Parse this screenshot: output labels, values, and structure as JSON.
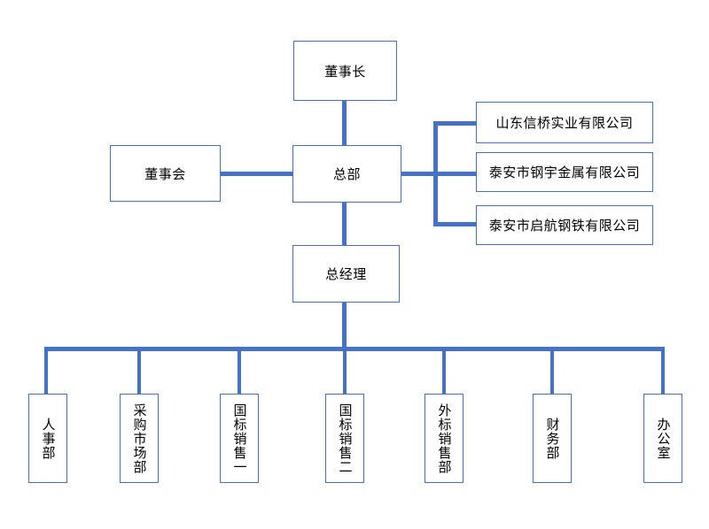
{
  "diagram": {
    "type": "org-chart",
    "nodes": {
      "chairman": "董事长",
      "board": "董事会",
      "headquarters": "总部",
      "general_manager": "总经理",
      "companies": [
        "山东信桥实业有限公司",
        "泰安市钢宇金属有限公司",
        "泰安市启航钢铁有限公司"
      ],
      "departments": [
        "人事部",
        "采购市场部",
        "国标销售一",
        "国标销售二",
        "外标销售部",
        "财务部",
        "办公室"
      ]
    },
    "edges": [
      "chairman-headquarters",
      "board-headquarters",
      "headquarters-company-1",
      "headquarters-company-2",
      "headquarters-company-3",
      "headquarters-general_manager",
      "general_manager-department-1",
      "general_manager-department-2",
      "general_manager-department-3",
      "general_manager-department-4",
      "general_manager-department-5",
      "general_manager-department-6",
      "general_manager-department-7"
    ],
    "colors": {
      "line": "#4472C4",
      "box_border": "#4472C4",
      "text": "#000000",
      "background": "#FFFFFF"
    }
  }
}
